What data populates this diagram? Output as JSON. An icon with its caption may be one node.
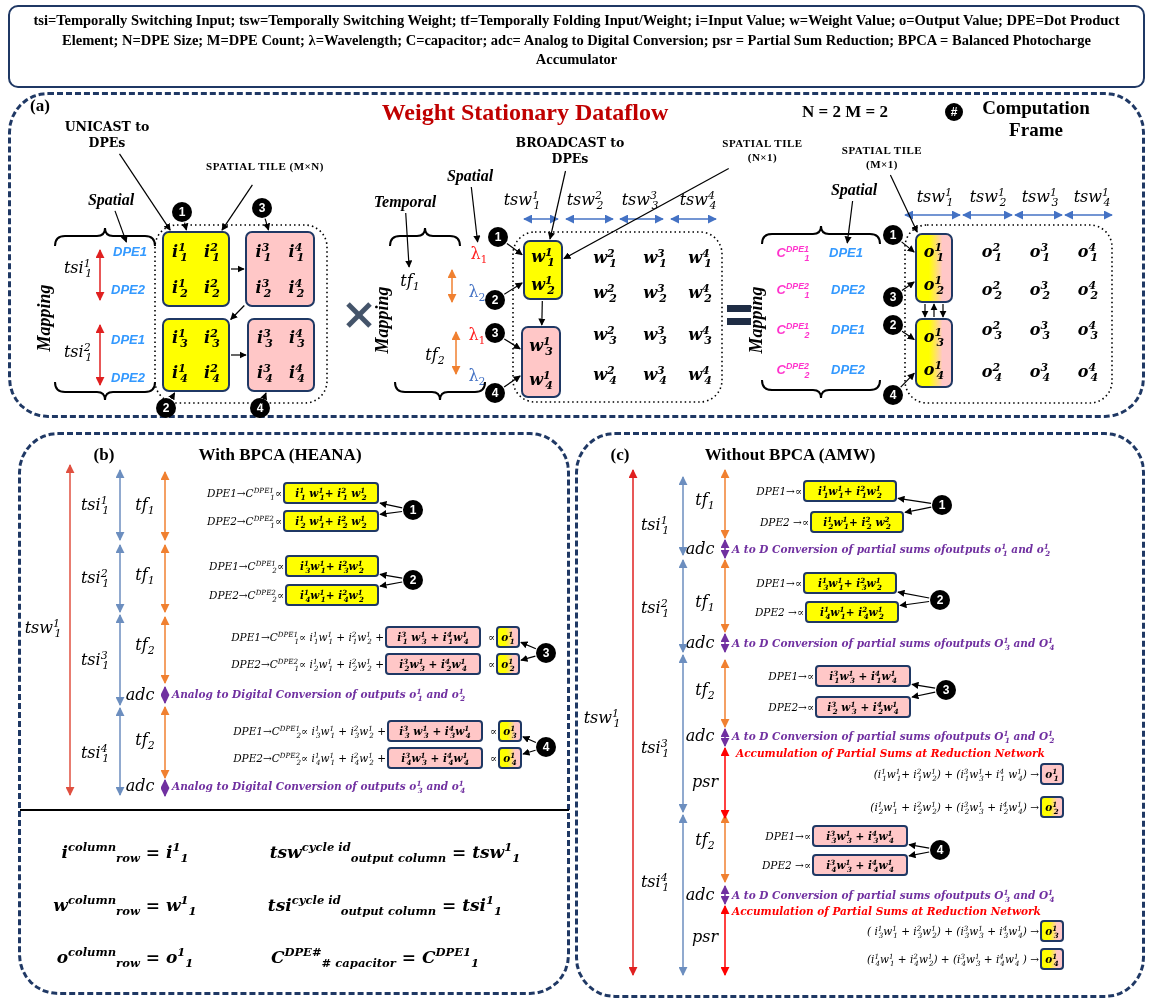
{
  "diagram": {
    "nodes": [
      {
        "text": [
          "tsi=Temporally Switching Input; tsw=Temporally Switching Weight; tf=Temporally Folding Input/Weight; i=Input Value; w=Weight Value; o=Output Value; DPE=Dot Product Element; N=DPE Size; M=DPE Count; λ=Wavelength; C=capacitor; adc= Analog to Digital Conversion; psr = Partial Sum Reduction; BPCA = Balanced Photocharge Accumulator"
        ]
      },
      {
        "text": [
          "(a)",
          "Weight Stationary Dataflow"
        ]
      },
      {
        "text": [
          "UNICAST to DPEs"
        ],
        "in": 1
      },
      {
        "text": [
          "SPATIAL TILE (M×N)"
        ],
        "in": 1
      },
      {
        "text": [
          "Spatial"
        ],
        "in": 1
      },
      {
        "text": [
          "DPE1"
        ],
        "in": 1
      },
      {
        "text": [
          "1"
        ],
        "in": 1
      },
      {
        "text": [
          "2"
        ],
        "in": 1
      },
      {
        "text": [
          "3"
        ],
        "in": 1
      },
      {
        "text": [
          "4"
        ],
        "in": 1
      },
      {
        "text": [
          "i$^{1}$$_{1}$",
          "i$^{2}$$_{1}$",
          "i$^{1}$$_{2}$",
          "i$^{2}$$_{2}$"
        ],
        "in": 1
      },
      {
        "text": [
          "i$^{3}$$_{1}$",
          "i$^{4}$$_{1}$",
          "i$^{3}$$_{2}$",
          "i$^{4}$$_{2}$"
        ],
        "in": 1
      },
      {
        "text": [
          "i$^{1}$$_{3}$",
          "i$^{2}$$_{3}$",
          "i$^{1}$$_{4}$",
          "i$^{2}$$_{4}$"
        ],
        "in": 1
      },
      {
        "text": [
          "i$^{3}$$_{3}$",
          "i$^{4}$$_{3}$",
          "i$^{3}$$_{4}$",
          "i$^{4}$$_{4}$"
        ],
        "in": 1
      },
      {
        "text": [
          "BROADCAST to DPEs"
        ],
        "in": 1
      },
      {
        "text": [
          "SPATIAL TILE (N×1)"
        ],
        "in": 1
      },
      {
        "text": [
          "Temporal"
        ],
        "in": 1
      },
      {
        "text": [
          "Spatial"
        ],
        "in": 1
      },
      {
        "text": [
          "tf$_{1}$"
        ],
        "in": 1
      },
      {
        "text": [
          "λ$_{1}$"
        ],
        "in": 1
      },
      {
        "text": [
          "1"
        ],
        "in": 1
      },
      {
        "text": [
          "2"
        ],
        "in": 1
      },
      {
        "text": [
          "3"
        ],
        "in": 1
      },
      {
        "text": [
          "4"
        ],
        "in": 1
      },
      {
        "text": [
          "w$^{1}$$_{1}$",
          "w$^{1}$$_{2}$"
        ],
        "in": 1
      },
      {
        "text": [
          "w$^{1}$$_{3}$",
          "w$^{1}$$_{4}$"
        ],
        "in": 1
      },
      {
        "text": [
          "#"
        ],
        "beside": [
          "Computation Frame"
        ],
        "in": 1
      },
      {
        "text": [
          "SPATIAL TILE (M×1)"
        ],
        "in": 1
      },
      {
        "text": [
          "Spatial"
        ],
        "in": 1
      },
      {
        "text": [
          "DPE1"
        ],
        "in": 1
      },
      {
        "text": [
          "1"
        ],
        "in": 1
      },
      {
        "text": [
          "3"
        ],
        "in": 1
      },
      {
        "text": [
          "2"
        ],
        "in": 1
      },
      {
        "text": [
          "4"
        ],
        "in": 1
      },
      {
        "text": [
          "o$^{1}$$_{1}$",
          "o$^{1}$$_{2}$"
        ],
        "in": 1
      },
      {
        "text": [
          "o$^{1}$$_{3}$",
          "o$^{1}$$_{4}$"
        ],
        "in": 1
      },
      {
        "text": [
          "(b)",
          "With BPCA (HEANA)"
        ]
      },
      {
        "text": [
          "i$^{1}$$_{1}$ w$^{1}$$_{1}$+ i$^{2}$$_{1}$ w$^{1}$$_{2}$"
        ],
        "beside": [
          "DPE1→C$^{DPE1}$$_{1}$∝"
        ],
        "in": 36
      },
      {
        "text": [
          "i$^{1}$$_{2}$ w$^{1}$$_{1}$+ i$^{2}$$_{2}$ w$^{1}$$_{2}$"
        ],
        "beside": [
          "DPE2→C$^{DPE2}$$_{1}$∝"
        ],
        "in": 36
      },
      {
        "text": [
          "1"
        ],
        "in": 36
      },
      {
        "text": [
          "i$^{1}$$_{3}$w$^{1}$$_{1}$+ i$^{2}$$_{3}$w$^{1}$$_{2}$"
        ],
        "beside": [
          "DPE1→C$^{DPE1}$$_{2}$∝"
        ],
        "in": 36
      },
      {
        "text": [
          "i$^{1}$$_{4}$w$^{1}$$_{1}$+ i$^{2}$$_{4}$w$^{1}$$_{2}$"
        ],
        "beside": [
          "DPE2→C$^{DPE2}$$_{2}$∝"
        ],
        "in": 36
      },
      {
        "text": [
          "2"
        ],
        "in": 36
      },
      {
        "text": [
          "i$^{3}$$_{1}$ w$^{1}$$_{3}$ + i$^{4}$$_{1}$w$^{1}$$_{4}$"
        ],
        "beside": [
          "DPE1→C$^{DPE1}$$_{1}$∝ i$^{1}$$_{1}$w$^{1}$$_{1}$ + i$^{2}$$_{1}$w$^{1}$$_{2}$ +"
        ],
        "in": 36
      },
      {
        "text": [
          "o$^{1}$$_{1}$"
        ],
        "beside": [
          "∝"
        ],
        "in": 36
      },
      {
        "text": [
          "i$^{3}$$_{2}$w$^{1}$$_{3}$ + i$^{4}$$_{2}$w$^{1}$$_{4}$"
        ],
        "beside": [
          "DPE2→C$^{DPE2}$$_{1}$∝ i$^{1}$$_{2}$w$^{1}$$_{1}$ + i$^{2}$$_{2}$w$^{1}$$_{2}$ +"
        ],
        "in": 36
      },
      {
        "text": [
          "o$^{1}$$_{2}$"
        ],
        "beside": [
          "∝"
        ],
        "in": 36
      },
      {
        "text": [
          "3"
        ],
        "in": 36
      },
      {
        "text": [
          "i$^{3}$$_{3}$ w$^{1}$$_{3}$ + i$^{4}$$_{3}$w$^{1}$$_{4}$"
        ],
        "beside": [
          "DPE1→C$^{DPE1}$$_{2}$∝ i$^{1}$$_{3}$w$^{1}$$_{1}$ + i$^{2}$$_{3}$w$^{1}$$_{2}$ +"
        ],
        "in": 36
      },
      {
        "text": [
          "o$^{1}$$_{3}$"
        ],
        "beside": [
          "∝"
        ],
        "in": 36
      },
      {
        "text": [
          "i$^{3}$$_{4}$w$^{1}$$_{3}$ + i$^{4}$$_{4}$w$^{1}$$_{4}$"
        ],
        "beside": [
          "DPE2→C$^{DPE2}$$_{2}$∝ i$^{1}$$_{4}$w$^{1}$$_{1}$ + i$^{2}$$_{4}$w$^{1}$$_{2}$ +"
        ],
        "in": 36
      },
      {
        "text": [
          "o$^{1}$$_{4}$"
        ],
        "beside": [
          "∝"
        ],
        "in": 36
      },
      {
        "text": [
          "4"
        ],
        "in": 36
      },
      {
        "text": [
          "(c)",
          "Without BPCA (AMW)"
        ]
      },
      {
        "text": [
          "i$^{1}$$_{1}$w$^{1}$$_{1}$+ i$^{2}$$_{1}$w$^{1}$$_{2}$"
        ],
        "beside": [
          "DPE1→∝"
        ],
        "in": 53
      },
      {
        "text": [
          "i$^{1}$$_{2}$w$^{1}$$_{1}$+ i$^{2}$$_{2}$ w$^{2}$$_{2}$"
        ],
        "beside": [
          "DPE2 →∝"
        ],
        "in": 53
      },
      {
        "text": [
          "1"
        ],
        "in": 53
      },
      {
        "text": [
          "i$^{1}$$_{3}$w$^{1}$$_{1}$+ i$^{2}$$_{3}$w$^{1}$$_{2}$"
        ],
        "beside": [
          "DPE1→∝"
        ],
        "in": 53
      },
      {
        "text": [
          "i$^{1}$$_{4}$w$^{1}$$_{1}$+ i$^{2}$$_{4}$w$^{1}$$_{2}$"
        ],
        "beside": [
          "DPE2 →∝"
        ],
        "in": 53
      },
      {
        "text": [
          "2"
        ],
        "in": 53
      },
      {
        "text": [
          "i$^{3}$$_{1}$w$^{1}$$_{3}$ + i$^{4}$$_{1}$w$^{1}$$_{4}$"
        ],
        "beside": [
          "DPE1→∝"
        ],
        "in": 53
      },
      {
        "text": [
          "i$^{3}$$_{2}$ w$^{1}$$_{3}$ + i$^{4}$$_{2}$w$^{1}$$_{4}$"
        ],
        "beside": [
          "DPE2→∝"
        ],
        "in": 53
      },
      {
        "text": [
          "3"
        ],
        "in": 53
      },
      {
        "text": [
          "o$^{1}$$_{1}$"
        ],
        "beside": [
          "(i$^{1}$$_{1}$w$^{1}$$_{1}$+ i$^{2}$$_{1}$w$^{1}$$_{2}$) + (i$^{3}$$_{1}$w$^{1}$$_{3}$+ i$^{4}$$_{1}$ w$^{1}$$_{4}$) →"
        ],
        "in": 53
      },
      {
        "text": [
          "o$^{1}$$_{2}$"
        ],
        "beside": [
          "(i$^{1}$$_{2}$w$^{1}$$_{1}$ + i$^{2}$$_{2}$w$^{1}$$_{2}$) + (i$^{3}$$_{2}$w$^{1}$$_{3}$ + i$^{4}$$_{2}$w$^{1}$$_{4}$) →"
        ],
        "in": 53
      },
      {
        "text": [
          "i$^{3}$$_{3}$w$^{1}$$_{3}$ + i$^{4}$$_{3}$w$^{1}$$_{4}$"
        ],
        "beside": [
          "DPE1→∝"
        ],
        "in": 53
      },
      {
        "text": [
          "i$^{3}$$_{4}$w$^{1}$$_{3}$ + i$^{4}$$_{4}$w$^{1}$$_{4}$"
        ],
        "beside": [
          "DPE2 →∝"
        ],
        "in": 53
      },
      {
        "text": [
          "4"
        ],
        "in": 53
      },
      {
        "text": [
          "o$^{1}$$_{3}$"
        ],
        "beside": [
          "( i$^{1}$$_{3}$w$^{1}$$_{1}$ + i$^{2}$$_{3}$w$^{1}$$_{2}$) + (i$^{3}$$_{3}$w$^{1}$$_{3}$ + i$^{4}$$_{3}$w$^{1}$$_{4}$) →"
        ],
        "in": 53
      },
      {
        "text": [
          "o$^{1}$$_{4}$"
        ],
        "beside": [
          "(i$^{1}$$_{4}$w$^{1}$$_{1}$ + i$^{2}$$_{4}$w$^{1}$$_{2}$) + (i$^{3}$$_{4}$w$^{1}$$_{3}$ + i$^{4}$$_{4}$w$^{1}$$_{4}$ ) →"
        ],
        "in": 53
      }
    ],
    "edges": [
      {
        "from": 2,
        "to": 10,
        "arrow": "to"
      },
      {
        "from": 3,
        "to": 10,
        "arrow": "to"
      },
      {
        "from": 4,
        "to": 5,
        "arrow": "to"
      },
      {
        "from": 6,
        "to": 10,
        "arrow": "to"
      },
      {
        "from": 7,
        "to": 12,
        "arrow": "to"
      },
      {
        "from": 8,
        "to": 11,
        "arrow": "to"
      },
      {
        "from": 9,
        "to": 13,
        "arrow": "to"
      },
      {
        "from": 10,
        "to": 11,
        "arrow": "to"
      },
      {
        "from": 11,
        "to": 12,
        "arrow": "to"
      },
      {
        "from": 12,
        "to": 13,
        "arrow": "to"
      },
      {
        "from": 14,
        "to": 24,
        "arrow": "to"
      },
      {
        "from": 15,
        "to": 24,
        "arrow": "to"
      },
      {
        "from": 16,
        "to": 18,
        "arrow": "to"
      },
      {
        "from": 17,
        "to": 19,
        "arrow": "to"
      },
      {
        "from": 20,
        "to": 24,
        "arrow": "to"
      },
      {
        "from": 21,
        "to": 24,
        "arrow": "to"
      },
      {
        "from": 22,
        "to": 25,
        "arrow": "to"
      },
      {
        "from": 23,
        "to": 25,
        "arrow": "to"
      },
      {
        "from": 24,
        "to": 25,
        "arrow": "to"
      },
      {
        "from": 27,
        "to": 34,
        "arrow": "to"
      },
      {
        "from": 28,
        "to": 29,
        "arrow": "to"
      },
      {
        "from": 30,
        "to": 34,
        "arrow": "to"
      },
      {
        "from": 31,
        "to": 34,
        "arrow": "to"
      },
      {
        "from": 32,
        "to": 35,
        "arrow": "to"
      },
      {
        "from": 33,
        "to": 35,
        "arrow": "to"
      },
      {
        "from": 34,
        "to": 35,
        "arrow": "to"
      },
      {
        "from": 35,
        "to": 34,
        "arrow": "to"
      },
      {
        "from": 34,
        "to": 35,
        "arrow": "to"
      },
      {
        "from": 39,
        "to": 37,
        "arrow": "to"
      },
      {
        "from": 39,
        "to": 38,
        "arrow": "to"
      },
      {
        "from": 42,
        "to": 40,
        "arrow": "to"
      },
      {
        "from": 42,
        "to": 41,
        "arrow": "to"
      },
      {
        "from": 47,
        "to": 44,
        "arrow": "to"
      },
      {
        "from": 47,
        "to": 46,
        "arrow": "to"
      },
      {
        "from": 52,
        "to": 49,
        "arrow": "to"
      },
      {
        "from": 52,
        "to": 51,
        "arrow": "to"
      },
      {
        "from": 56,
        "to": 54,
        "arrow": "to"
      },
      {
        "from": 56,
        "to": 55,
        "arrow": "to"
      },
      {
        "from": 59,
        "to": 57,
        "arrow": "to"
      },
      {
        "from": 59,
        "to": 58,
        "arrow": "to"
      },
      {
        "from": 62,
        "to": 60,
        "arrow": "to"
      },
      {
        "from": 62,
        "to": 61,
        "arrow": "to"
      },
      {
        "from": 67,
        "to": 65,
        "arrow": "to"
      },
      {
        "from": 67,
        "to": 66,
        "arrow": "to"
      }
    ],
    "labels": [
      "Mapping",
      "tsi$^{1}$$_{1}$",
      "DPE2",
      "tsi$^{2}$$_{1}$",
      "DPE1",
      "DPE2",
      "Mapping",
      "λ$_{2}$",
      "tf$_{2}$",
      "λ$_{1}$",
      "λ$_{2}$",
      "tsw$^{1}$$_{1}$",
      "tsw$^{2}$$_{2}$",
      "tsw$^{3}$$_{3}$",
      "tsw$^{4}$$_{4}$",
      "w$^{2}$$_{1}$",
      "w$^{3}$$_{1}$",
      "w$^{4}$$_{1}$",
      "w$^{2}$$_{2}$",
      "w$^{3}$$_{2}$",
      "w$^{4}$$_{2}$",
      "w$^{2}$$_{3}$",
      "w$^{3}$$_{3}$",
      "w$^{4}$$_{3}$",
      "w$^{2}$$_{4}$",
      "w$^{3}$$_{4}$",
      "w$^{4}$$_{4}$",
      "N = 2 M = 2",
      "Mapping",
      "C$^{DPE1}$$_{1}$",
      "C$^{DPE2}$$_{1}$",
      "DPE2",
      "C$^{DPE1}$$_{2}$",
      "DPE1",
      "C$^{DPE2}$$_{2}$",
      "DPE2",
      "tsw$^{1}$$_{1}$",
      "tsw$^{1}$$_{2}$",
      "tsw$^{1}$$_{3}$",
      "tsw$^{1}$$_{4}$",
      "o$^{2}$$_{1}$",
      "o$^{3}$$_{1}$",
      "o$^{4}$$_{1}$",
      "o$^{2}$$_{2}$",
      "o$^{3}$$_{2}$",
      "o$^{4}$$_{2}$",
      "o$^{2}$$_{3}$",
      "o$^{3}$$_{3}$",
      "o$^{4}$$_{3}$",
      "o$^{2}$$_{4}$",
      "o$^{3}$$_{4}$",
      "o$^{4}$$_{4}$",
      "tsw$^{1}$$_{1}$",
      "tsi$^{1}$$_{1}$",
      "tf$_{1}$",
      "tsi$^{2}$$_{1}$",
      "tf$_{1}$",
      "tsi$^{3}$$_{1}$",
      "tf$_{2}$",
      "adc",
      "Analog to Digital Conversion of outputs o$^{1}$$_{1}$ and o$^{1}$$_{2}$",
      "tsi$^{4}$$_{1}$",
      "tf$_{2}$",
      "adc",
      "Analog to Digital Conversion of outputs o$^{1}$$_{3}$ and o$^{1}$$_{4}$",
      "i$^{column}$$_{row}$ = i$^{1}$$_{1}$",
      "tsw$^{cycle id}$$_{output column}$ = tsw$^{1}$$_{1}$",
      "w$^{column}$$_{row}$ = w$^{1}$$_{1}$",
      "tsi$^{cycle id}$$_{output column}$ = tsi$^{1}$$_{1}$",
      "o$^{column}$$_{row}$ = o$^{1}$$_{1}$",
      "C$^{DPE#}$$_{# capacitor}$ = C$^{DPE1}$$_{1}$",
      "tsw$^{1}$$_{1}$",
      "tsi$^{1}$$_{1}$",
      "tf$_{1}$",
      "adc",
      "A to D Conversion of partial sums ofoutputs o$^{1}$$_{1}$ and o$^{1}$$_{2}$",
      "tsi$^{2}$$_{1}$",
      "tf$_{1}$",
      "adc",
      "A to D Conversion of partial sums ofoutputs O$^{1}$$_{3}$ and O$^{1}$$_{4}$",
      "tsi$^{3}$$_{1}$",
      "tf$_{2}$",
      "adc",
      "A to D Conversion of partial sums ofoutputs O$^{1}$$_{1}$ and O$^{1}$$_{2}$",
      "Accumulation of Partial Sums at Reduction Network",
      "psr",
      "tsi$^{4}$$_{1}$",
      "tf$_{2}$",
      "adc",
      "A to D Conversion of partial sums ofoutputs O$^{1}$$_{3}$ and O$^{1}$$_{4}$",
      "Accumulation of Partial Sums at Reduction Network",
      "psr"
    ]
  }
}
